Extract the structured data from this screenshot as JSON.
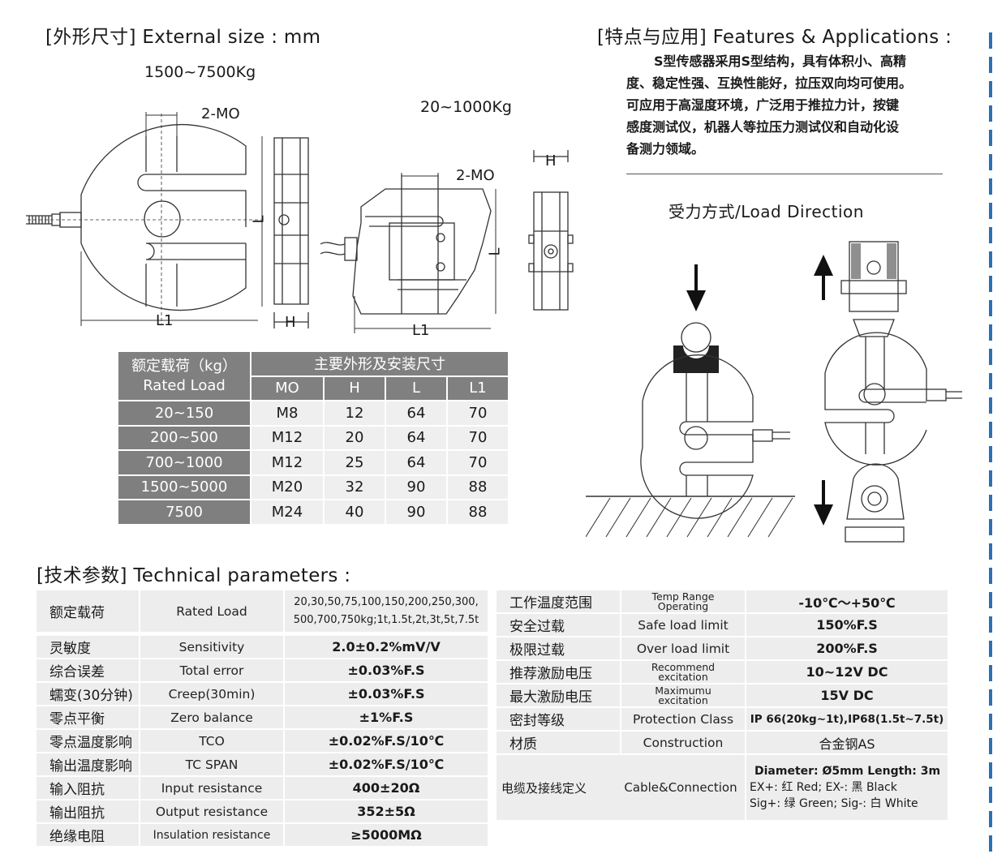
{
  "external": {
    "title": "[外形尺寸] External size : mm",
    "big_range": "1500~7500Kg",
    "small_range": "20~1000Kg",
    "dim_mo": "2-MO",
    "dim_l": "L",
    "dim_l1": "L1",
    "dim_h": "H"
  },
  "features": {
    "title": "[特点与应用] Features & Applications :",
    "text_lines": [
      "S型传感器采用S型结构，具有体积小、高精",
      "度、稳定性强、互换性能好，拉压双向均可使用。",
      "可应用于高湿度环境，广泛用于推拉力计，按键",
      "感度测试仪，机器人等拉压力测试仪和自动化设",
      "备测力领域。"
    ]
  },
  "load_direction": {
    "title": "受力方式/Load  Direction"
  },
  "dim_table": {
    "header_rated_cn": "额定载荷（kg）",
    "header_rated_en": "Rated Load",
    "header_main": "主要外形及安装尺寸",
    "cols": [
      "MO",
      "H",
      "L",
      "L1"
    ],
    "rows": [
      [
        "20~150",
        "M8",
        "12",
        "64",
        "70"
      ],
      [
        "200~500",
        "M12",
        "20",
        "64",
        "70"
      ],
      [
        "700~1000",
        "M12",
        "25",
        "64",
        "70"
      ],
      [
        "1500~5000",
        "M20",
        "32",
        "90",
        "88"
      ],
      [
        "7500",
        "M24",
        "40",
        "90",
        "88"
      ]
    ]
  },
  "technical": {
    "title": "[技术参数] Technical parameters :",
    "left": [
      {
        "cn": "额定载荷",
        "en": "Rated Load",
        "val": "20,30,50,75,100,150,200,250,300,",
        "val2": "500,700,750kg;1t,1.5t,2t,3t,5t,7.5t"
      },
      {
        "cn": "灵敏度",
        "en": "Sensitivity",
        "val": "2.0±0.2%mV/V"
      },
      {
        "cn": "综合误差",
        "en": "Total error",
        "val": "±0.03%F.S"
      },
      {
        "cn": "蠕变(30分钟)",
        "en": "Creep(30min)",
        "val": "±0.03%F.S"
      },
      {
        "cn": "零点平衡",
        "en": "Zero balance",
        "val": "±1%F.S"
      },
      {
        "cn": "零点温度影响",
        "en": "TCO",
        "val": "±0.02%F.S/10℃"
      },
      {
        "cn": "输出温度影响",
        "en": "TC SPAN",
        "val": "±0.02%F.S/10℃"
      },
      {
        "cn": "输入阻抗",
        "en": "Input resistance",
        "val": "400±20Ω"
      },
      {
        "cn": "输出阻抗",
        "en": "Output resistance",
        "val": "352±5Ω"
      },
      {
        "cn": "绝缘电阻",
        "en": "Insulation resistance",
        "val": "≥5000MΩ"
      }
    ],
    "right": [
      {
        "cn": "工作温度范围",
        "en": "Temp Range",
        "en2": "Operating",
        "val": "-10℃～+50℃"
      },
      {
        "cn": "安全过载",
        "en": "Safe load limit",
        "val": "150%F.S"
      },
      {
        "cn": "极限过载",
        "en": "Over load limit",
        "val": "200%F.S"
      },
      {
        "cn": "推荐激励电压",
        "en": "Recommend",
        "en2": "excitation",
        "val": "10~12V  DC"
      },
      {
        "cn": "最大激励电压",
        "en": "Maximumu",
        "en2": "excitation",
        "val": "15V    DC"
      },
      {
        "cn": "密封等级",
        "en": "Protection Class",
        "val": "IP 66(20kg~1t),IP68(1.5t~7.5t)"
      },
      {
        "cn": "材质",
        "en": "Construction",
        "val": "合金钢AS"
      },
      {
        "cn": "电缆及接线定义",
        "en": "Cable&Connection",
        "val": "Diameter: Ø5mm   Length: 3m",
        "val2": "EX+: 红  Red;  EX-: 黑  Black",
        "val3": "Sig+: 绿 Green;  Sig-: 白 White"
      }
    ]
  }
}
